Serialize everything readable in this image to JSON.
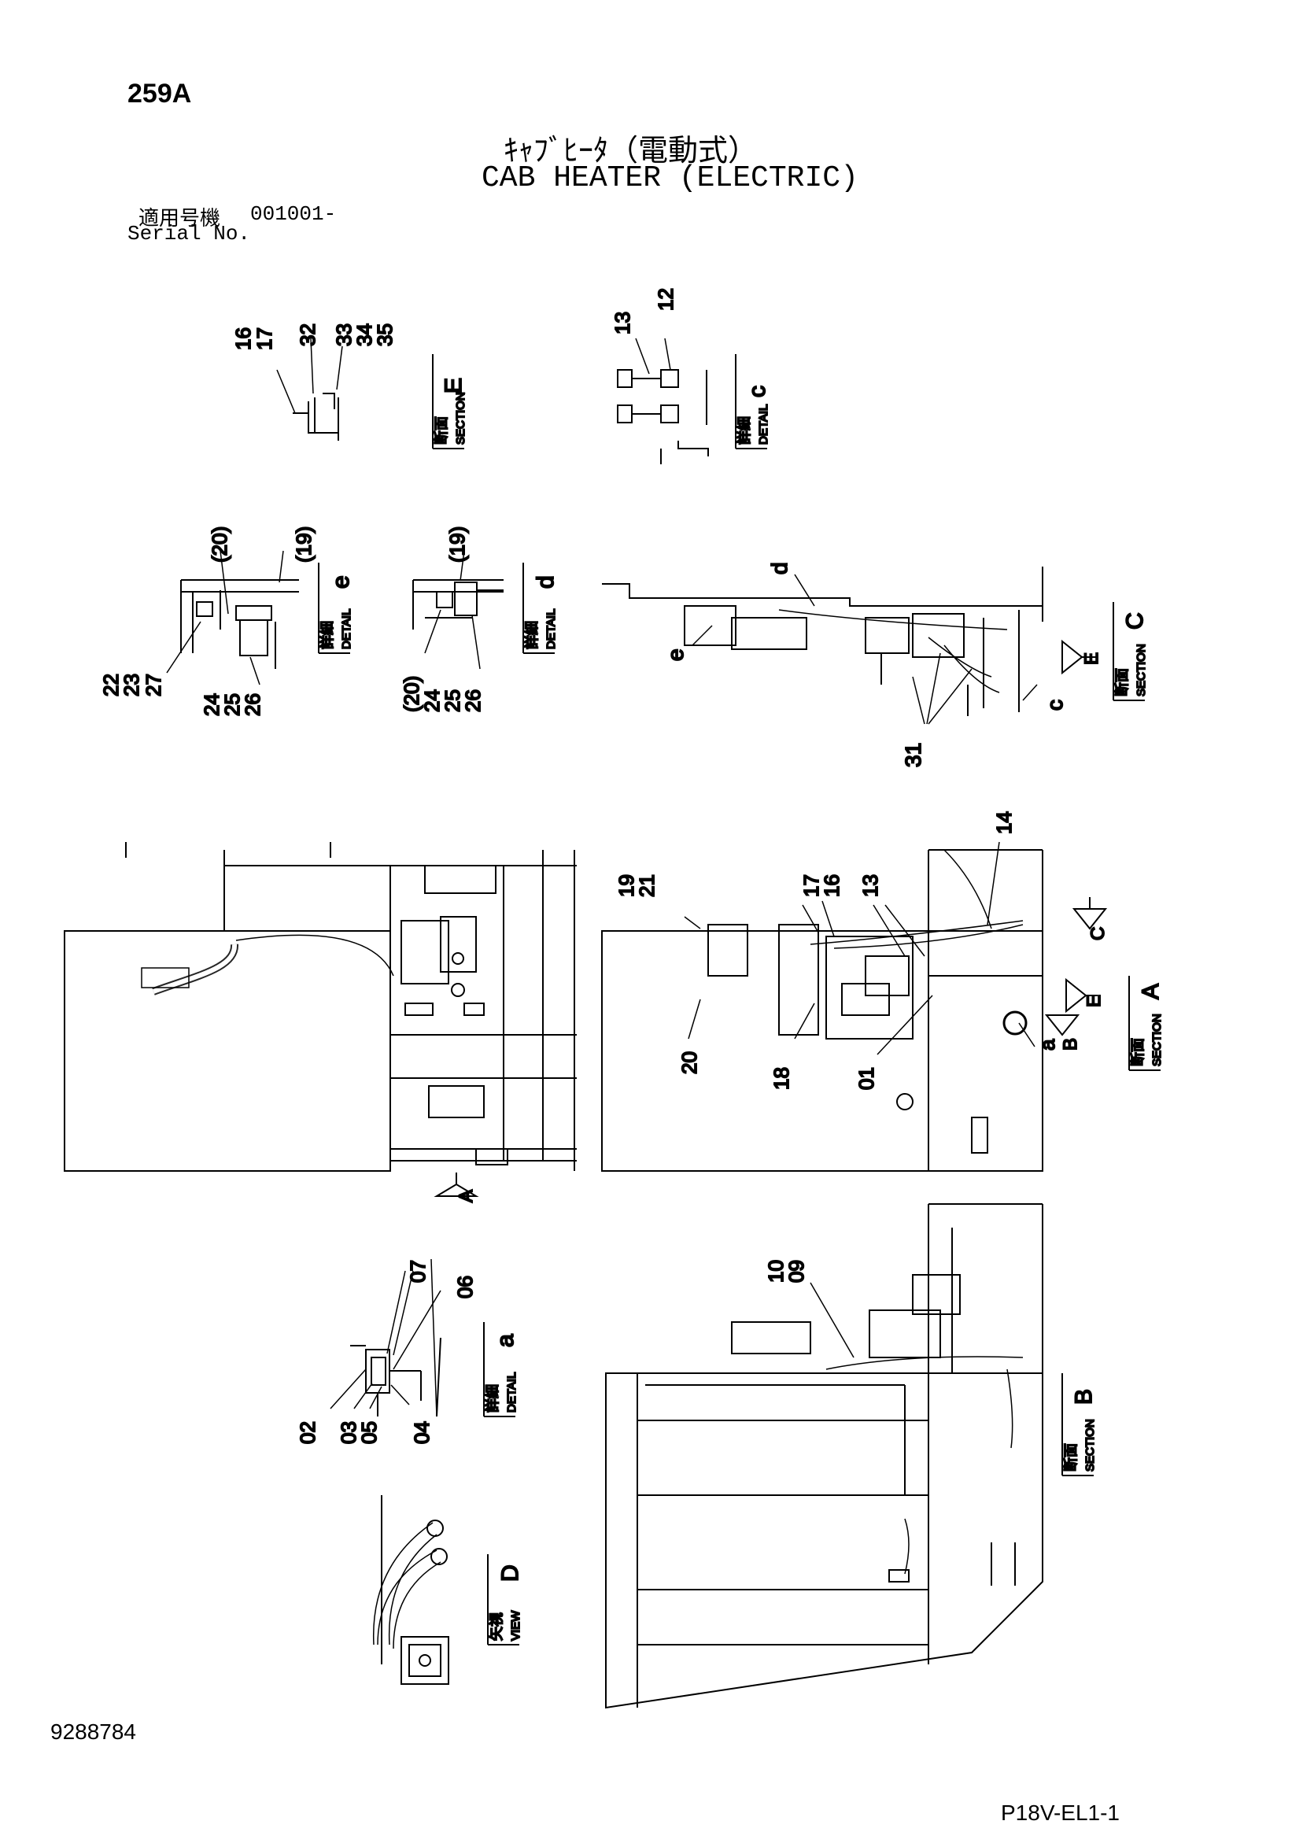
{
  "header": {
    "page_number": "259A",
    "title_jp": "ｷｬﾌﾞﾋｰﾀ（電動式）",
    "title_en": "CAB HEATER (ELECTRIC)",
    "serial_label_jp": "適用号機",
    "serial_value": "001001-",
    "serial_label_en": "Serial No."
  },
  "footer": {
    "drawing_number": "9288784",
    "page_code": "P18V-EL1-1"
  },
  "views": {
    "section_e": {
      "jp": "断面",
      "en": "SECTION",
      "letter": "E"
    },
    "detail_c": {
      "jp": "詳細",
      "en": "DETAIL",
      "letter": "c"
    },
    "detail_e": {
      "jp": "詳細",
      "en": "DETAIL",
      "letter": "e"
    },
    "detail_d": {
      "jp": "詳細",
      "en": "DETAIL",
      "letter": "d"
    },
    "section_c": {
      "jp": "断面",
      "en": "SECTION",
      "letter": "C"
    },
    "section_a": {
      "jp": "断面",
      "en": "SECTION",
      "letter": "A"
    },
    "detail_a": {
      "jp": "詳細",
      "en": "DETAIL",
      "letter": "a"
    },
    "section_b": {
      "jp": "断面",
      "en": "SECTION",
      "letter": "B"
    },
    "view_d": {
      "jp": "矢視",
      "en": "VIEW",
      "letter": "D"
    }
  },
  "arrows": {
    "a": "A",
    "b": "B",
    "c": "C",
    "e": "E",
    "e2": "E"
  },
  "callouts": {
    "sec_e": [
      "16",
      "17",
      "32",
      "33",
      "34",
      "35"
    ],
    "det_c": [
      "13",
      "12"
    ],
    "det_e": [
      "(20)",
      "(19)",
      "22",
      "23",
      "27",
      "24",
      "25",
      "26"
    ],
    "det_d": [
      "(19)",
      "(20)",
      "24",
      "25",
      "26"
    ],
    "sec_c": [
      "d",
      "e",
      "c",
      "31"
    ],
    "sec_a": [
      "19",
      "21",
      "17",
      "16",
      "13",
      "14",
      "20",
      "18",
      "01",
      "a"
    ],
    "det_a": [
      "07",
      "06",
      "02",
      "03",
      "05",
      "04"
    ],
    "sec_b": [
      "10",
      "09"
    ]
  }
}
